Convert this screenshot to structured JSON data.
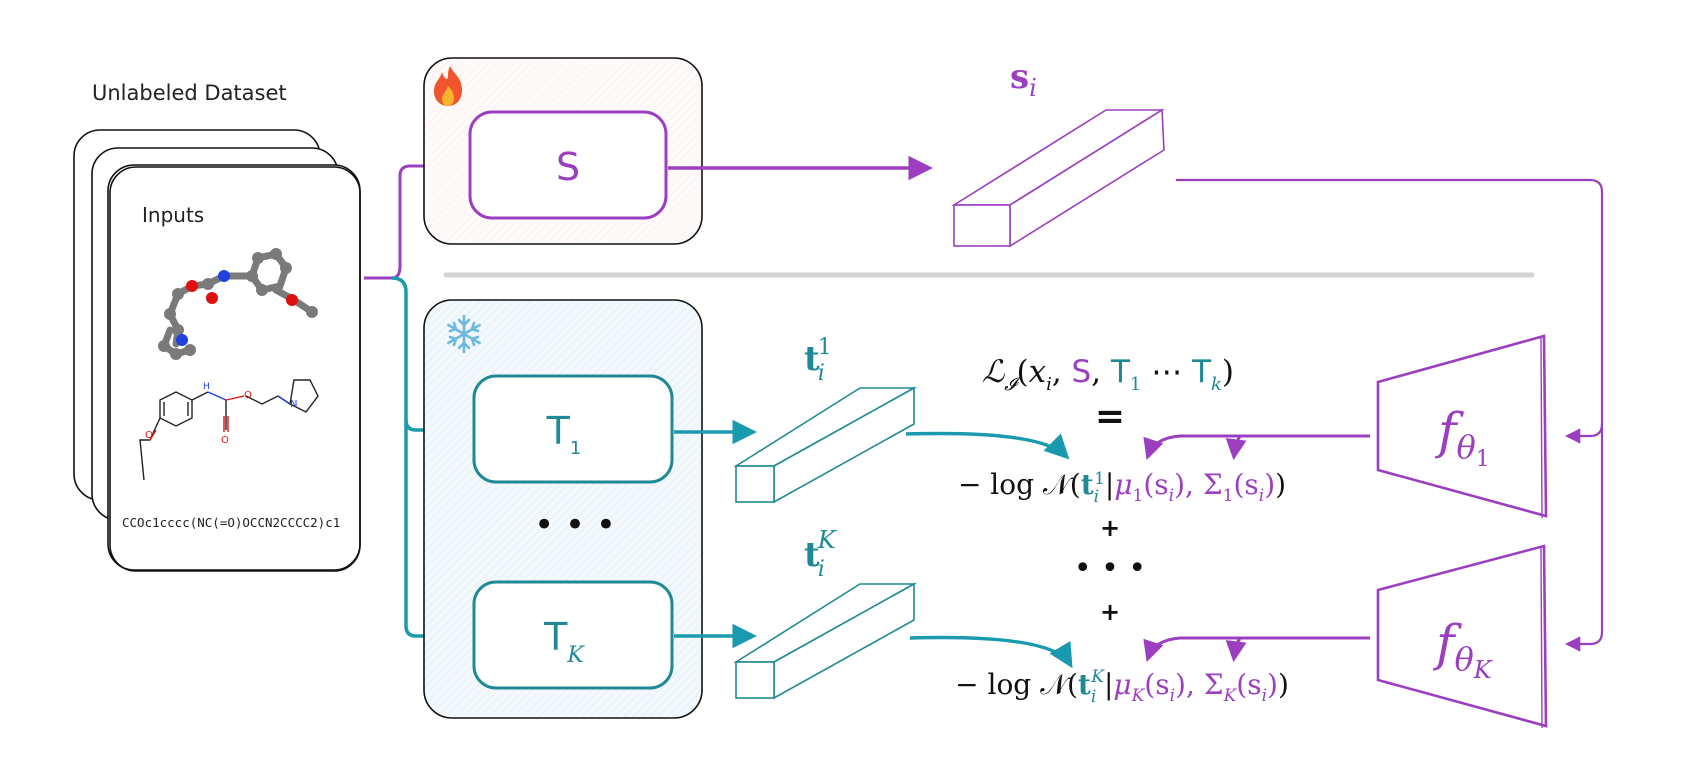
{
  "colors": {
    "student": "#9b3fc0",
    "teacher": "#1a9aae",
    "teacher_dark": "#1f8a96",
    "ink": "#111111",
    "divider": "#d4d4d4",
    "student_panel_bg": "#fdf7f5",
    "teacher_panel_bg": "#eef6fb",
    "snowflake": "#6cb8e0",
    "atom_c": "#7a7a7a",
    "atom_o": "#e01010",
    "atom_n": "#2040e0"
  },
  "dataset": {
    "title": "Unlabeled Dataset",
    "card_label": "Inputs",
    "smiles": "CCOc1cccc(NC(=O)OCCN2CCCC2)c1"
  },
  "student": {
    "panel_icon": "fire-icon",
    "model_label": "S",
    "embedding_label": "s",
    "embedding_sub": "i"
  },
  "teachers": {
    "panel_icon": "snowflake-icon",
    "items": [
      {
        "label": "T",
        "sub": "1",
        "embedding_label": "t",
        "embedding_sub": "i",
        "embedding_sup": "1"
      },
      {
        "label": "T",
        "sub": "K",
        "embedding_label": "t",
        "embedding_sub": "i",
        "embedding_sup": "K"
      }
    ],
    "ellipsis": "• • •"
  },
  "loss": {
    "header": {
      "L": "ℒ",
      "L_sub": "𝓘",
      "open": "(",
      "x": "x",
      "x_sub": "i",
      "comma1": ", ",
      "S": "S",
      "comma2": ", ",
      "T1": "T",
      "T1_sub": "1",
      "dots": " ⋯ ",
      "Tk": "T",
      "Tk_sub": "k",
      "close": ")"
    },
    "equals": "=",
    "plus": "+",
    "ellipsis": "• • •",
    "terms": [
      {
        "prefix": "− log 𝒩(",
        "t": "t",
        "t_sub": "i",
        "t_sup": "1",
        "bar": "|",
        "mu": "μ",
        "mu_sub": "1",
        "mu_arg": "(s",
        "mu_arg_sub": "i",
        "mu_close": "), ",
        "sigma": "Σ",
        "sigma_sub": "1",
        "sigma_arg": "(s",
        "sigma_arg_sub": "i",
        "sigma_close": ")",
        "end": ")"
      },
      {
        "prefix": "− log 𝒩(",
        "t": "t",
        "t_sub": "i",
        "t_sup": "K",
        "bar": "|",
        "mu": "μ",
        "mu_sub": "K",
        "mu_arg": "(s",
        "mu_arg_sub": "i",
        "mu_close": "), ",
        "sigma": "Σ",
        "sigma_sub": "K",
        "sigma_arg": "(s",
        "sigma_arg_sub": "i",
        "sigma_close": ")",
        "end": ")"
      }
    ]
  },
  "heads": [
    {
      "f": "f",
      "theta": "θ",
      "sub": "1"
    },
    {
      "f": "f",
      "theta": "θ",
      "sub": "K"
    }
  ]
}
